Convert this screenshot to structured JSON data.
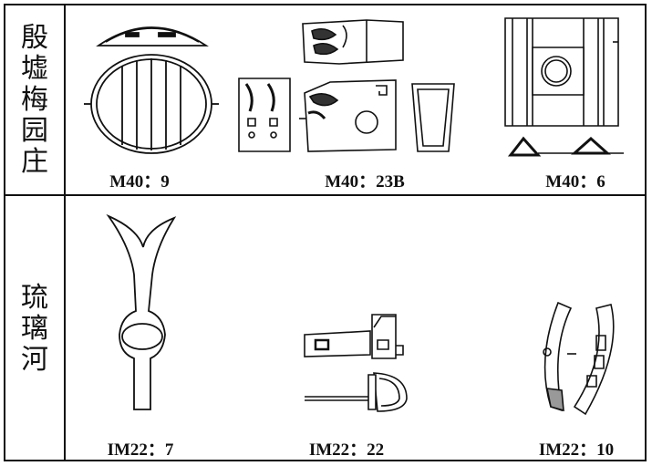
{
  "rows": [
    {
      "site": "殷墟梅园庄",
      "items": [
        {
          "label": "M40：9"
        },
        {
          "label": "M40：23B"
        },
        {
          "label": "M40：6"
        }
      ]
    },
    {
      "site": "琉璃河",
      "items": [
        {
          "label": "IM22：7"
        },
        {
          "label": "IM22：22"
        },
        {
          "label": "IM22：10"
        }
      ]
    }
  ]
}
